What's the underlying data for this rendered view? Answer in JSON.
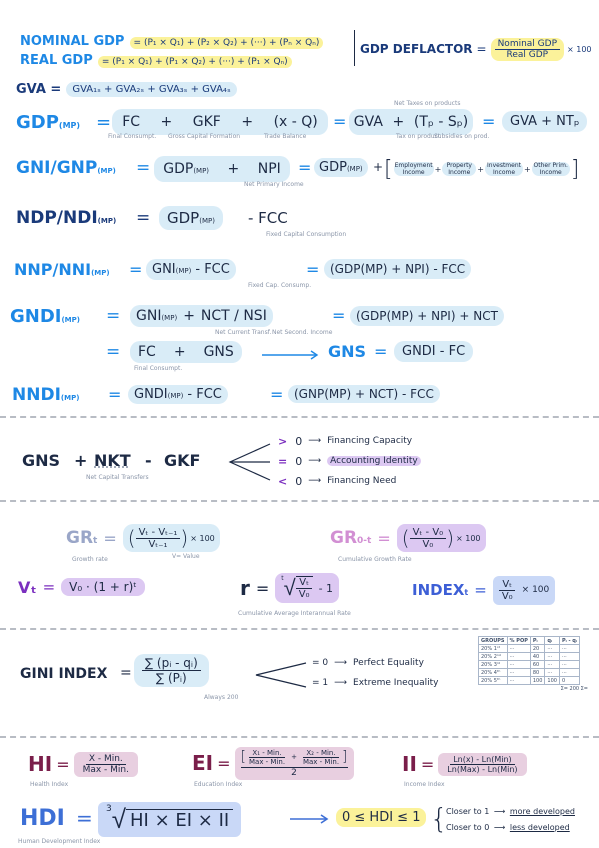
{
  "header": {
    "nominal_label": "NOMINAL GDP",
    "nominal_formula": "= (P₁ × Q₁) + (P₂ × Q₂) + (···) + (Pₙ × Qₙ)",
    "real_label": "REAL GDP",
    "real_formula": "= (P₁ × Q₁) + (P₁ × Q₂) + (···) + (P₁ × Qₙ)",
    "deflator_label": "GDP DEFLACTOR",
    "deflator_num": "Nominal GDP",
    "deflator_den": "Real GDP",
    "deflator_mult": "× 100"
  },
  "gva": {
    "lhs": "GVA =",
    "rhs": "GVA₁ₛ + GVA₂ₛ + GVA₃ₛ + GVA₄ₛ"
  },
  "gdp": {
    "lhs": "GDP",
    "sub": "(MP)",
    "eq": "=",
    "fc": "FC",
    "plus1": "+",
    "gkf": "GKF",
    "plus2": "+",
    "xq": "(x - Q)",
    "eq2": "=",
    "gva": "GVA",
    "plus3": "+",
    "tax": "(Tₚ - Sₚ)",
    "eq3": "=",
    "final": "GVA + NTₚ",
    "note_fc": "Final Consumpt.",
    "note_gkf": "Gross Capital Formation",
    "note_xq": "Trade Balance",
    "note_tax_top": "Net Taxes on products",
    "note_tax_a": "Tax on product",
    "note_tax_b": "Subsidies on prod."
  },
  "gni": {
    "lhs": "GNI/GNP",
    "sub": "(MP)",
    "eq": "=",
    "gdp": "GDP",
    "gdp_sub": "(MP)",
    "plus": "+",
    "npi": "NPI",
    "eq2": "=",
    "gdp2": "GDP",
    "gdp2_sub": "(MP)",
    "plus2": "+",
    "bracket_items": [
      "Employment Income",
      "Property Income",
      "Investment Income",
      "Other Prim. Income"
    ],
    "note_npi": "Net Primary Income"
  },
  "ndp": {
    "lhs": "NDP/NDI",
    "sub": "(MP)",
    "eq": "=",
    "gdp": "GDP",
    "gdp_sub": "(MP)",
    "minus": "- FCC",
    "note": "Fixed Capital Consumption"
  },
  "nnp": {
    "lhs": "NNP/NNI",
    "sub": "(MP)",
    "eq": "=",
    "gni": "GNI",
    "gni_sub": "(MP)",
    "minus": "- FCC",
    "eq2": "=",
    "rhs": "(GDP(MP) + NPI) - FCC",
    "note": "Fixed Cap. Consump."
  },
  "gndi": {
    "lhs": "GNDI",
    "sub": "(MP)",
    "eq": "=",
    "gni": "GNI",
    "gni_sub": "(MP)",
    "plus": "+",
    "nct": "NCT / NSI",
    "eq2": "=",
    "rhs": "(GDP(MP) + NPI) + NCT",
    "note_nct": "Net Current Transf.",
    "note_nsi": "Net Second. Income",
    "eq3": "=",
    "fc": "FC",
    "plus2": "+",
    "gns": "GNS",
    "gns_label": "GNS",
    "eq4": "=",
    "gns_rhs": "GNDI - FC",
    "note_fc": "Final Consumpt."
  },
  "nndi": {
    "lhs": "NNDI",
    "sub": "(MP)",
    "eq": "=",
    "gndi": "GNDI",
    "gndi_sub": "(MP)",
    "minus": "- FCC",
    "eq2": "=",
    "rhs": "(GNP(MP) + NCT) - FCC"
  },
  "savings": {
    "gns": "GNS",
    "plus": "+",
    "nkt": "NKT",
    "minus": "-",
    "gkf": "GKF",
    "note_nkt": "Net Capital Transfers",
    "cases": [
      {
        "sym": ">",
        "zero": "0",
        "label": "Financing Capacity"
      },
      {
        "sym": "=",
        "zero": "0",
        "label": "Accounting Identity"
      },
      {
        "sym": "<",
        "zero": "0",
        "label": "Financing Need"
      }
    ]
  },
  "growth": {
    "gr_t": "GR",
    "gr_t_sub": "t",
    "eq": "=",
    "gr_num": "Vₜ - Vₜ₋₁",
    "gr_den": "Vₜ₋₁",
    "gr_mult": "× 100",
    "note_gr": "Growth rate",
    "note_v": "V= Value",
    "gr0_t": "GR",
    "gr0_sub": "0-t",
    "eq2": "=",
    "gr0_num": "Vₜ - V₀",
    "gr0_den": "V₀",
    "gr0_mult": "× 100",
    "note_gr0": "Cumulative Growth Rate",
    "vt": "Vₜ",
    "eq3": "=",
    "vt_rhs": "V₀ · (1 + r)ᵗ",
    "r": "r",
    "eq4": "=",
    "r_root": "t",
    "r_num": "Vₜ",
    "r_den": "V₀",
    "r_minus": "- 1",
    "note_r": "Cumulative Average Interannual Rate",
    "index": "INDEX",
    "index_sub": "t",
    "eq5": "=",
    "index_num": "Vₜ",
    "index_den": "V₀",
    "index_mult": "× 100"
  },
  "gini": {
    "lhs": "GINI INDEX",
    "eq": "=",
    "num": "∑ (pᵢ - qᵢ)",
    "den": "∑ (Pᵢ)",
    "note": "Always 200",
    "cases": [
      {
        "sym": "= 0",
        "label": "Perfect Equality"
      },
      {
        "sym": "= 1",
        "label": "Extreme Inequality"
      }
    ],
    "table": {
      "header": [
        "GROUPS",
        "% POP",
        "Pᵢ",
        "qᵢ",
        "Pᵢ - qᵢ"
      ],
      "rows": [
        [
          "20% 1ˢᵗ",
          "···",
          "20",
          "···",
          "···"
        ],
        [
          "20% 2ⁿᵈ",
          "···",
          "40",
          "···",
          "···"
        ],
        [
          "20% 3ʳᵈ",
          "···",
          "60",
          "···",
          "···"
        ],
        [
          "20% 4ᵗʰ",
          "···",
          "80",
          "···",
          "···"
        ],
        [
          "20% 5ᵗʰ",
          "···",
          "100",
          "100",
          "0"
        ]
      ],
      "footer": "Σ= 200  Σ="
    }
  },
  "hdi_components": {
    "hi": "HI",
    "hi_num": "X - Min.",
    "hi_den": "Max - Min.",
    "note_hi": "Health Index",
    "ei": "EI",
    "ei_a_num": "X₁ - Min.",
    "ei_a_den": "Max - Min.",
    "ei_b_num": "X₂ - Min.",
    "ei_b_den": "Max - Min.",
    "ei_div": "2",
    "note_ei": "Education Index",
    "ii": "II",
    "ii_num": "Ln(x) - Ln(Min)",
    "ii_den": "Ln(Max) - Ln(Min)",
    "note_ii": "Income Index"
  },
  "hdi": {
    "lhs": "HDI",
    "eq": "=",
    "root_index": "3",
    "radicand": "HI × EI × II",
    "range": "0 ≤ HDI ≤ 1",
    "note": "Human Development Index",
    "closer_1": "Closer to 1",
    "closer_1_res": "more developed",
    "closer_0": "Closer to 0",
    "closer_0_res": "less developed"
  }
}
